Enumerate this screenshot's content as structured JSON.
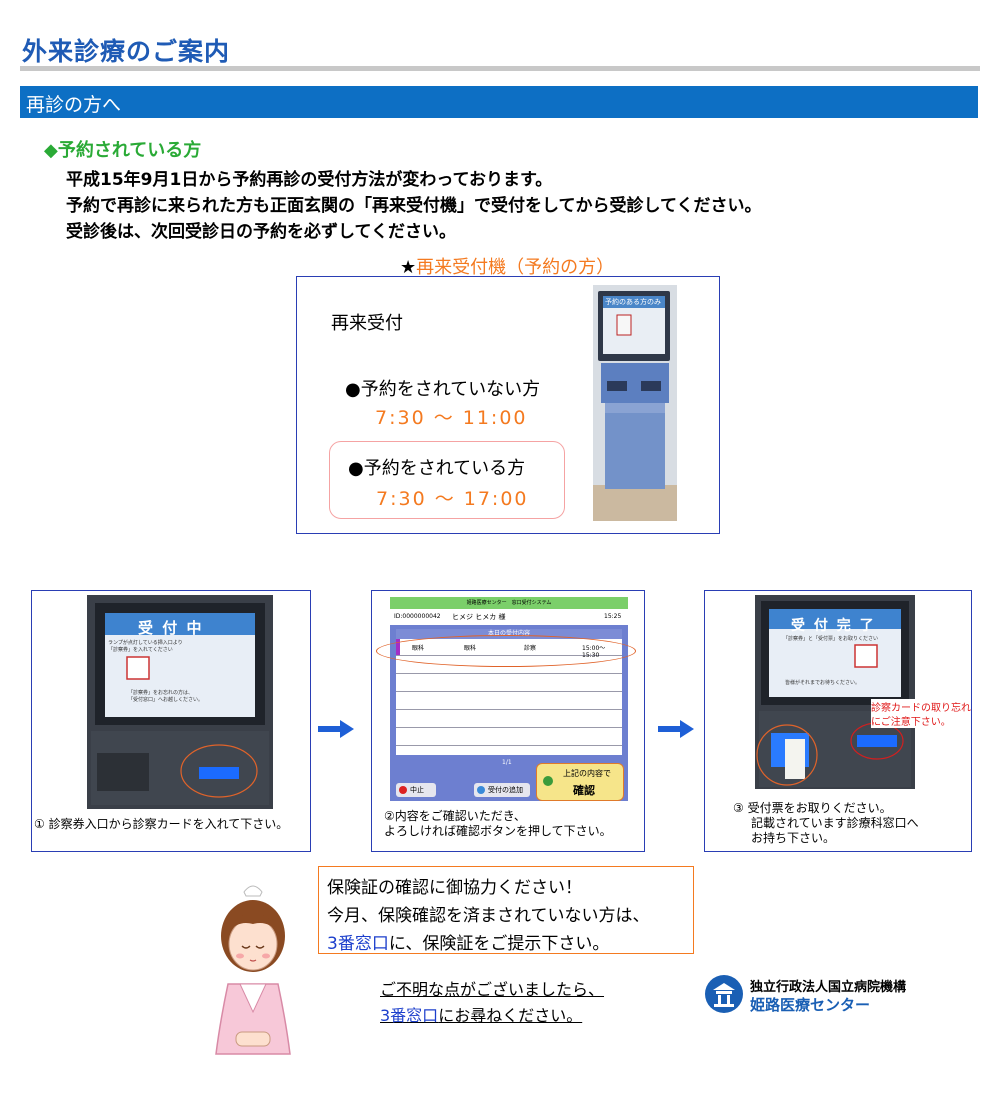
{
  "page_title": "外来診療のご案内",
  "section_title": "再診の方へ",
  "sub_heading": "◆予約されている方",
  "paragraphs": [
    "平成15年9月1日から予約再診の受付方法が変わっております。",
    "予約で再診に来られた方も正面玄関の「再来受付機」で受付をしてから受診してください。",
    "受診後は、次回受診日の予約を必ずしてください。"
  ],
  "kiosk_section": {
    "title_prefix": "★",
    "title": "再来受付機（予約の方）",
    "label": "再来受付",
    "no_reservation_label": "●予約をされていない方",
    "no_reservation_hours": "7:30 ～ 11:00",
    "reservation_label": "●予約をされている方",
    "reservation_hours": "7:30 ～ 17:00",
    "photo_screen_text": "予約のある方のみ"
  },
  "steps": [
    {
      "screen_title": "受 付 中",
      "screen_lines": [
        "ランプが点灯している挿入口より",
        "「診察券」を入れてください",
        "「診察券」をお忘れの方は、",
        "「受付窓口」へお越しください。"
      ],
      "caption": "① 診察券入口から診察カードを入れて下さい。"
    },
    {
      "system_title": "姫路医療センター　窓口受付システム",
      "patient_id": "ID:0000000042",
      "patient_name": "ヒメジ ヒメカ 様",
      "clock": "15:25",
      "list_header": "本日の受付内容",
      "row": [
        "眼科",
        "眼科",
        "診察",
        "15:00～15:30"
      ],
      "page_indicator": "1/1",
      "cancel_button": "中止",
      "add_button": "受付の追加",
      "confirm_hint": "上記の内容で",
      "confirm_button": "確認",
      "caption_lines": [
        "②内容をご確認いただき、",
        "よろしければ確認ボタンを押して下さい。"
      ]
    },
    {
      "screen_title": "受 付 完 了",
      "screen_lines": [
        "「診察券」と「受付票」をお取りください",
        "皆様がそれまでお待ちください。"
      ],
      "warning_lines": [
        "診察カードの取り忘れ",
        "にご注意下さい。"
      ],
      "caption_lines": [
        "③ 受付票をお取りください。",
        "記載されています診療科窓口へ",
        "お持ち下さい。"
      ]
    }
  ],
  "insurance": {
    "line1": "保険証の確認に御協力ください！",
    "line2": "今月、保険確認を済まされていない方は、",
    "line3_window": "3番窓口",
    "line3_rest": "に、保険証をご提示下さい。"
  },
  "contact": {
    "line1": "ご不明な点がございましたら、",
    "line2_window": "3番窓口",
    "line2_rest": "にお尋ねください。"
  },
  "organization": {
    "line1": "独立行政法人国立病院機構",
    "line2": "姫路医療センター"
  },
  "colors": {
    "title_blue": "#1f5bb5",
    "section_bar": "#0d6fc4",
    "green": "#2aaa36",
    "orange": "#f47a20",
    "frame_blue": "#2a3eb4",
    "arrow_blue": "#1e5fd6"
  }
}
